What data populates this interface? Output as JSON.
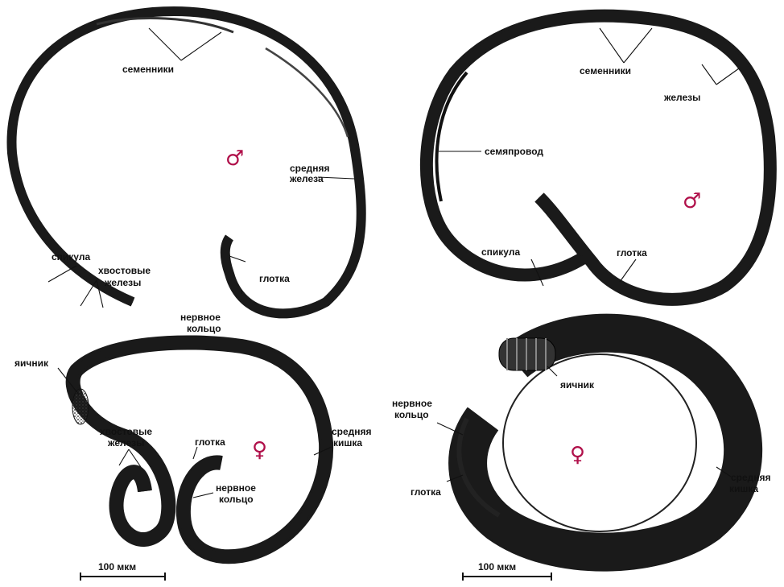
{
  "panels": {
    "male_top_left": {
      "symbol": "♂",
      "labels": {
        "testes": "семенники",
        "mid_gland": [
          "средняя",
          "железа"
        ],
        "spicule": "спикула",
        "tail_glands": [
          "хвостовые",
          "железы"
        ],
        "pharynx": "глотка",
        "nerve_ring": [
          "нервное",
          "кольцо"
        ]
      }
    },
    "male_top_right": {
      "symbol": "♂",
      "labels": {
        "testes": "семенники",
        "glands": "железы",
        "vas_deferens": "семяпровод",
        "spicule": "спикула",
        "pharynx": "глотка"
      }
    },
    "female_bottom_left": {
      "symbol": "♀",
      "labels": {
        "ovary": "яичник",
        "tail_glands": [
          "хвостовые",
          "железы"
        ],
        "pharynx": "глотка",
        "nerve_ring": [
          "нервное",
          "кольцо"
        ],
        "midgut": [
          "средняя",
          "кишка"
        ]
      },
      "scale_bar": "100 мкм"
    },
    "female_bottom_right": {
      "symbol": "♀",
      "labels": {
        "nerve_ring": [
          "нервное",
          "кольцо"
        ],
        "pharynx": "глотка",
        "ovary": "яичник",
        "midgut": [
          "средняя",
          "кишка"
        ]
      },
      "scale_bar": "100 мкм"
    }
  },
  "colors": {
    "symbol": "#b0104a",
    "ink": "#1a1a1a"
  }
}
